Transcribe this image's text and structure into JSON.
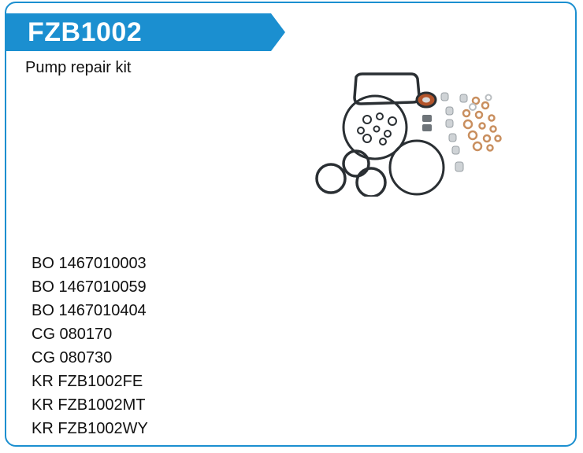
{
  "product": {
    "code": "FZB1002",
    "description": "Pump repair kit"
  },
  "references": [
    "BO 1467010003",
    "BO 1467010059",
    "BO 1467010404",
    "CG 080170",
    "CG 080730",
    "KR FZB1002FE",
    "KR FZB1002MT",
    "KR FZB1002WY"
  ],
  "colors": {
    "accent": "#1b8fd0",
    "border": "#1b8fd0"
  }
}
